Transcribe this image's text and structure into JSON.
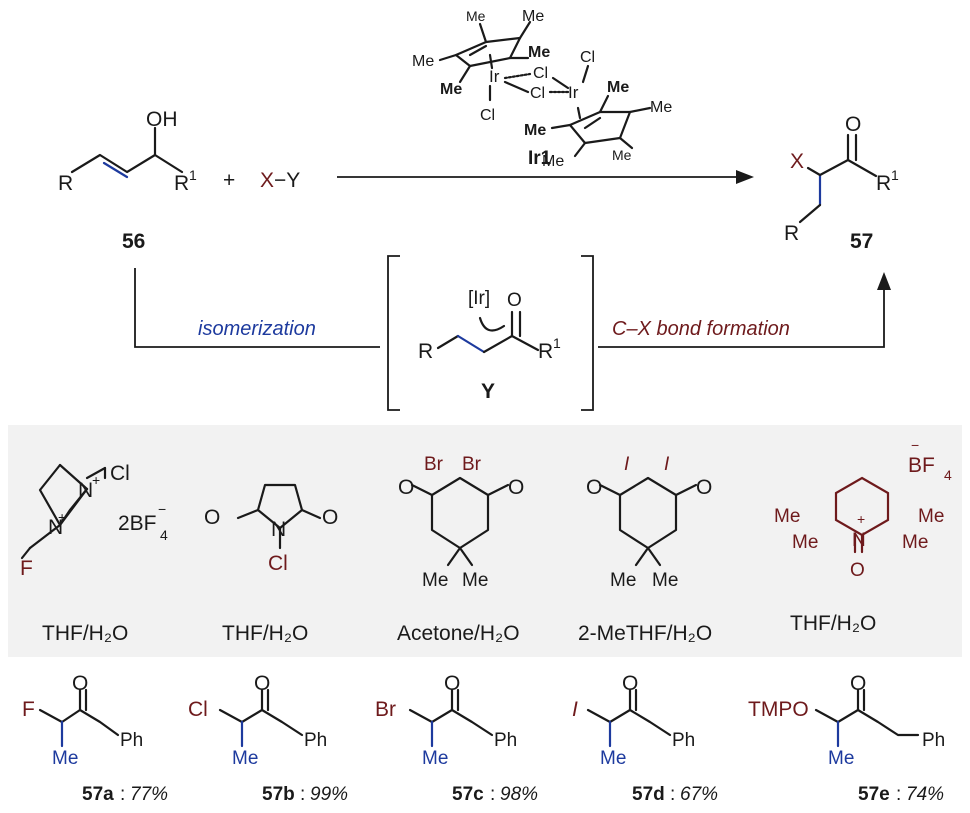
{
  "reaction": {
    "substrate_label": "56",
    "product_label": "57",
    "reagent": "X−Y",
    "plus": "+",
    "catalyst_label": "Ir1",
    "intermediate_label": "Y",
    "intermediate_metal": "[Ir]",
    "step1": "isomerization",
    "step2": "C–X bond formation",
    "atoms": {
      "R": "R",
      "R1": "R",
      "sup1": "1",
      "OH": "OH",
      "O": "O",
      "X": "X",
      "Cl": "Cl",
      "Ir": "Ir",
      "Me": "Me"
    }
  },
  "reagents": [
    {
      "solvent": "THF/H₂O",
      "salt": "2BF",
      "sub": "4",
      "charge": "−",
      "atoms": [
        "N",
        "N",
        "F",
        "Cl",
        "+",
        "+"
      ]
    },
    {
      "solvent": "THF/H₂O",
      "atoms": [
        "O",
        "N",
        "O",
        "Cl"
      ]
    },
    {
      "solvent": "Acetone/H₂O",
      "atoms": [
        "Br",
        "Br",
        "O",
        "O",
        "Me",
        "Me"
      ]
    },
    {
      "solvent": "2-MeTHF/H₂O",
      "atoms": [
        "I",
        "I",
        "O",
        "O",
        "Me",
        "Me"
      ]
    },
    {
      "solvent": "THF/H₂O",
      "counterion": "BF",
      "counterion_sub": "4",
      "counterion_charge": "−",
      "atoms": [
        "Me",
        "Me",
        "Me",
        "Me",
        "N",
        "O",
        "+"
      ]
    }
  ],
  "products": [
    {
      "id": "57a",
      "yield": "77%",
      "halogen": "F"
    },
    {
      "id": "57b",
      "yield": "99%",
      "halogen": "Cl"
    },
    {
      "id": "57c",
      "yield": "98%",
      "halogen": "Br"
    },
    {
      "id": "57d",
      "yield": "67%",
      "halogen": "I"
    },
    {
      "id": "57e",
      "yield": "74%",
      "halogen": "TMPO"
    }
  ],
  "product_atoms": {
    "O": "O",
    "Me": "Me",
    "Ph": "Ph",
    "sep": ": "
  },
  "colors": {
    "heteroatom": "#6e1a1c",
    "new_bond": "#1d3a9e",
    "panel": "#f2f2f2"
  }
}
